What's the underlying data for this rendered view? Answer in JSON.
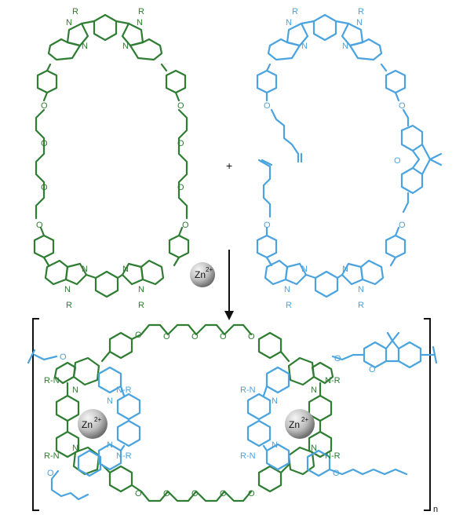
{
  "colors": {
    "green": "#2e7d32",
    "blue": "#4aa3df",
    "black": "#111111",
    "zinc_sphere_light": "#f2f2f2",
    "zinc_sphere_dark": "#7a7a7a"
  },
  "labels": {
    "R": "R",
    "N": "N",
    "O": "O",
    "NR": "N-R",
    "RN": "R-N",
    "plus": "+",
    "zinc": "Zn",
    "zinc_charge": "2+",
    "subscript_n": "n"
  }
}
